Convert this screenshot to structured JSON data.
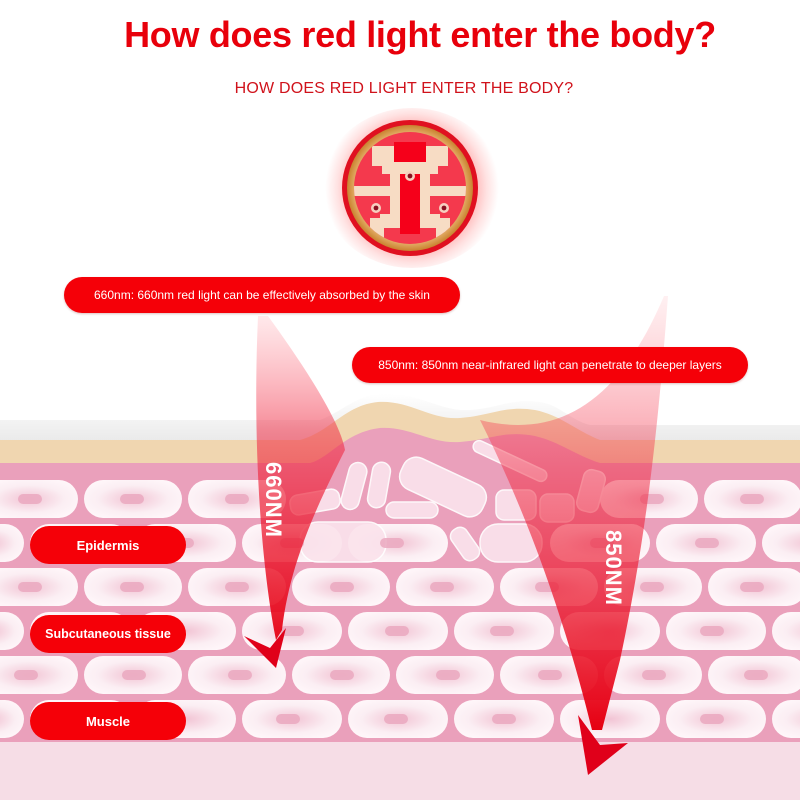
{
  "header": {
    "title": "How does red light enter the body?",
    "subtitle": "HOW DOES RED LIGHT ENTER THE BODY?"
  },
  "icon": {
    "name": "led-chip-icon",
    "ring_color": "#e8a74c",
    "chip_color": "#f2364a",
    "trace_color": "#f7dcc4",
    "glow_color": "#ff2020"
  },
  "callouts": {
    "nm660": "660nm: 660nm red light can be effectively absorbed by the skin",
    "nm850": "850nm: 850nm near-infrared light can penetrate to deeper layers"
  },
  "beams": {
    "b660": {
      "label": "660NM",
      "color": "#e60012"
    },
    "b850": {
      "label": "850NM",
      "color": "#e60012"
    }
  },
  "layers": {
    "epidermis": "Epidermis",
    "subcutaneous": "Subcutaneous tissue",
    "muscle": "Muscle"
  },
  "colors": {
    "accent_red": "#f50008",
    "title_red": "#e8000b",
    "skin_surface": "#f0d6b0",
    "tissue_pink": "#eaa0bb",
    "cell_white": "#fbeef3",
    "nucleus_pink": "#eba9c0",
    "muscle_bg": "#f6dde6"
  }
}
